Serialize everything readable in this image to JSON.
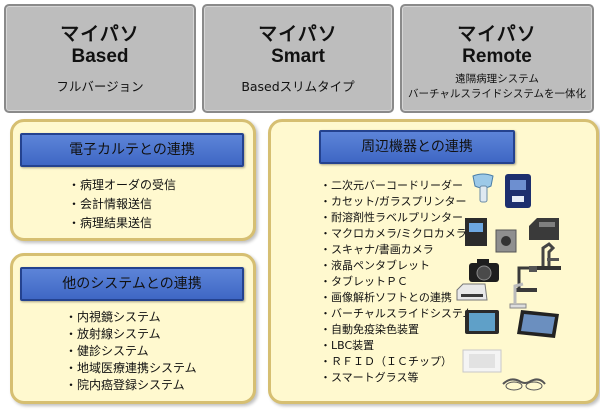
{
  "products": [
    {
      "name": "マイパソ",
      "edition": "Based",
      "subtitle": "フルバージョン",
      "subtitle2": ""
    },
    {
      "name": "マイパソ",
      "edition": "Smart",
      "subtitle": "Basedスリムタイプ",
      "subtitle2": ""
    },
    {
      "name": "マイパソ",
      "edition": "Remote",
      "subtitle": "遠隔病理システム",
      "subtitle2": "バーチャルスライドシステムを一体化"
    }
  ],
  "panels": {
    "karte": {
      "title": "電子カルテとの連携",
      "items": [
        "・病理オーダの受信",
        "・会計情報送信",
        "・病理結果送信"
      ]
    },
    "other": {
      "title": "他のシステムとの連携",
      "items": [
        "・内視鏡システム",
        "・放射線システム",
        "・健診システム",
        "・地域医療連携システム",
        "・院内癌登録システム"
      ]
    },
    "peripherals": {
      "title": "周辺機器との連携",
      "items": [
        "・二次元バーコードリーダー",
        "・カセット/ガラスプリンター",
        "・耐溶剤性ラベルプリンター",
        "・マクロカメラ/ミクロカメラ",
        "・スキャナ/書画カメラ",
        "・液晶ペンタブレット",
        "・タブレットＰＣ",
        "・画像解析ソフトとの連携",
        "・バーチャルスライドシステム",
        "・自動免疫染色装置",
        "・LBC装置",
        "・ＲＦＩＤ（ＩＣチップ）",
        "・スマートグラス等"
      ]
    }
  },
  "colors": {
    "product_bg": "#bdbdbd",
    "panel_bg": "#fff9cf",
    "panel_border": "#d6bf72",
    "header_blue": "#4a72cc"
  },
  "device_icons": [
    "barcode-reader-icon",
    "cassette-printer-icon",
    "label-printer-icon",
    "label-printer-2-icon",
    "macro-camera-icon",
    "microscope-icon",
    "digital-camera-icon",
    "document-camera-icon",
    "scanner-icon",
    "pen-tablet-icon",
    "tablet-pc-icon",
    "lbc-device-icon",
    "smart-glasses-icon"
  ]
}
